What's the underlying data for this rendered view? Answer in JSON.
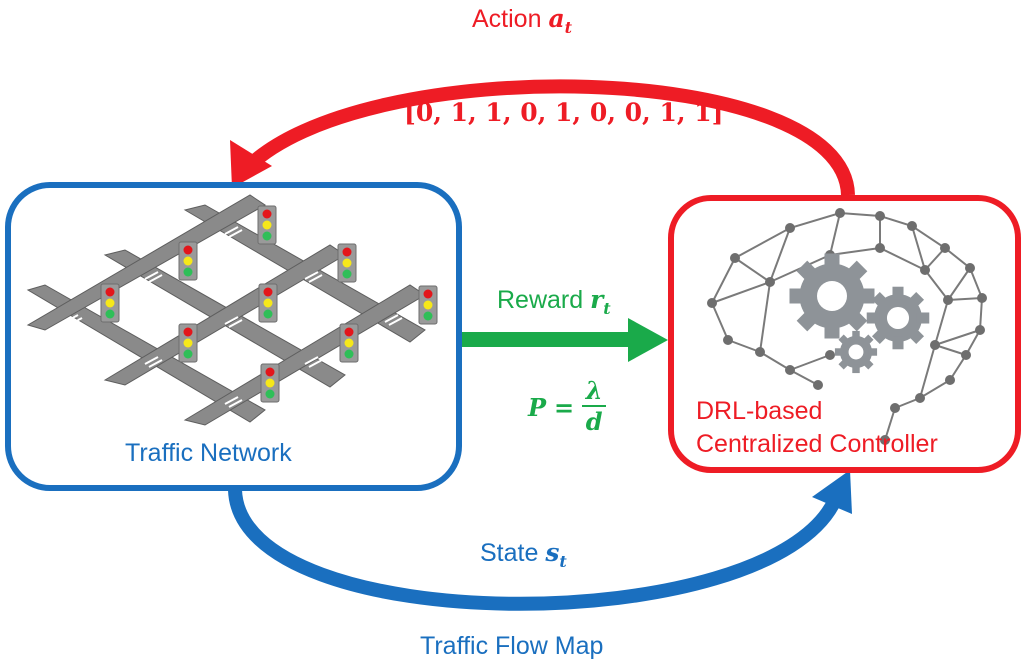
{
  "action": {
    "label": "Action",
    "symbol": "a",
    "subscript": "t",
    "vector": "[0, 1, 1, 0, 1, 0, 0, 1, 1]",
    "color": "#ee1c25"
  },
  "reward": {
    "label": "Reward",
    "symbol": "r",
    "subscript": "t",
    "formula_lhs": "P",
    "formula_eq": "=",
    "formula_num": "λ",
    "formula_den": "d",
    "color": "#1aaa4a"
  },
  "state": {
    "label": "State",
    "symbol": "s",
    "subscript": "t",
    "caption": "Traffic Flow Map",
    "color": "#1a6fbf"
  },
  "traffic_network": {
    "title": "Traffic Network",
    "border_color": "#1a6fbf"
  },
  "controller": {
    "title_line1": "DRL-based",
    "title_line2": "Centralized Controller",
    "border_color": "#ee1c25"
  },
  "icons": {
    "network": "road-grid-with-traffic-lights",
    "controller": "brain-network-with-gears"
  }
}
